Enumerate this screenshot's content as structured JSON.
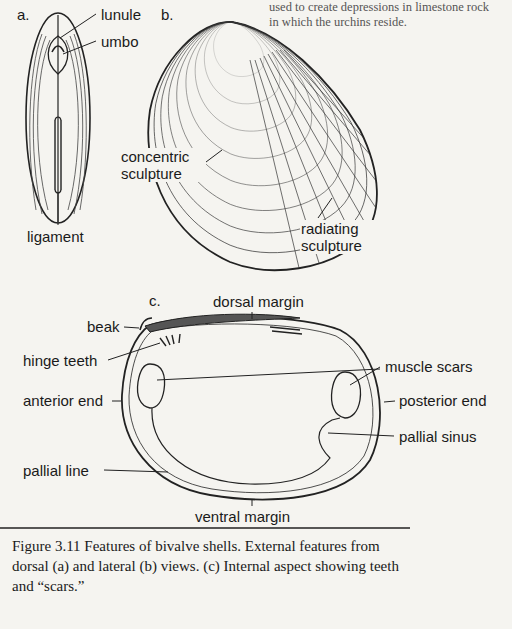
{
  "diagram": {
    "caption": "Figure 3.11 Features of bivalve shells. External features from dorsal (a) and lateral (b) views. (c) Internal aspect showing teeth and “scars.”",
    "labels": [
      "used to create depressions in limestone rock",
      "in which the urchins reside.",
      "a.",
      "lunule",
      "umbo",
      "ligament",
      "b.",
      "concentric sculpture",
      "radiating sculpture",
      "c.",
      "dorsal margin",
      "beak",
      "hinge teeth",
      "muscle scars",
      "anterior end",
      "posterior end",
      "pallial sinus",
      "pallial line",
      "ventral margin"
    ]
  }
}
